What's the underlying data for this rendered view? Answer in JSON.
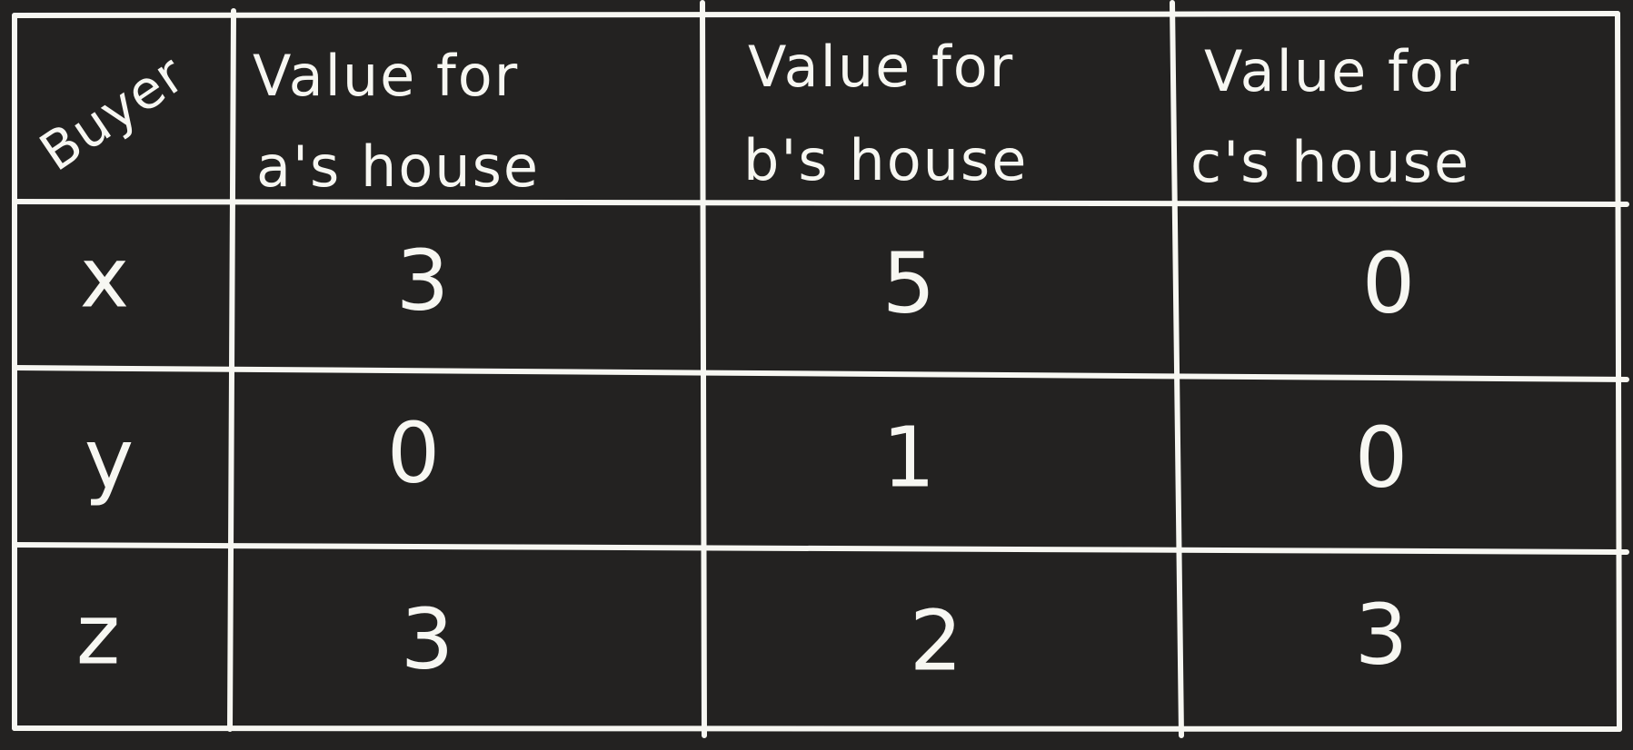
{
  "table": {
    "header": {
      "buyer": "Buyer",
      "columns": [
        {
          "line1": "Value for",
          "line2": "a's house"
        },
        {
          "line1": "Value for",
          "line2": "b's house"
        },
        {
          "line1": "Value for",
          "line2": "c's house"
        }
      ]
    },
    "rows": [
      {
        "buyer": "x",
        "values": [
          "3",
          "5",
          "0"
        ]
      },
      {
        "buyer": "y",
        "values": [
          "0",
          "1",
          "0"
        ]
      },
      {
        "buyer": "z",
        "values": [
          "3",
          "2",
          "3"
        ]
      }
    ]
  },
  "colors": {
    "background": "#232221",
    "ink": "#f7f7f2"
  }
}
